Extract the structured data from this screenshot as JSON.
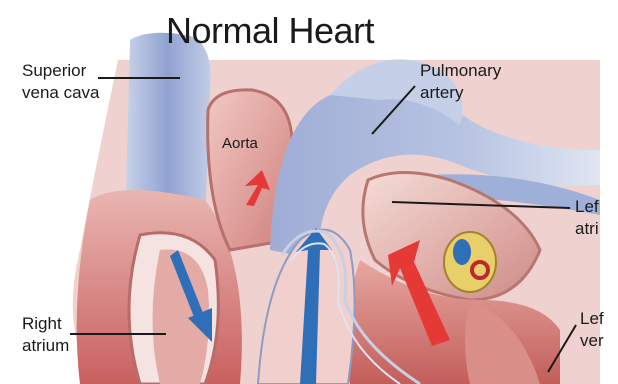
{
  "title": "Normal Heart",
  "labels": {
    "superior_vena_cava": [
      "Superior",
      "vena cava"
    ],
    "pulmonary_artery": [
      "Pulmonary",
      "artery"
    ],
    "aorta": "Aorta",
    "left_atrium": [
      "Lef",
      "atri"
    ],
    "right_atrium": [
      "Right",
      "atrium"
    ],
    "left_ventricle": [
      "Lef",
      "ver"
    ]
  },
  "colors": {
    "venous_blue": "#2f6fb8",
    "arterial_red": "#e53935",
    "tissue_pink": "#d99a98",
    "leader_line": "#1a1a1a"
  }
}
